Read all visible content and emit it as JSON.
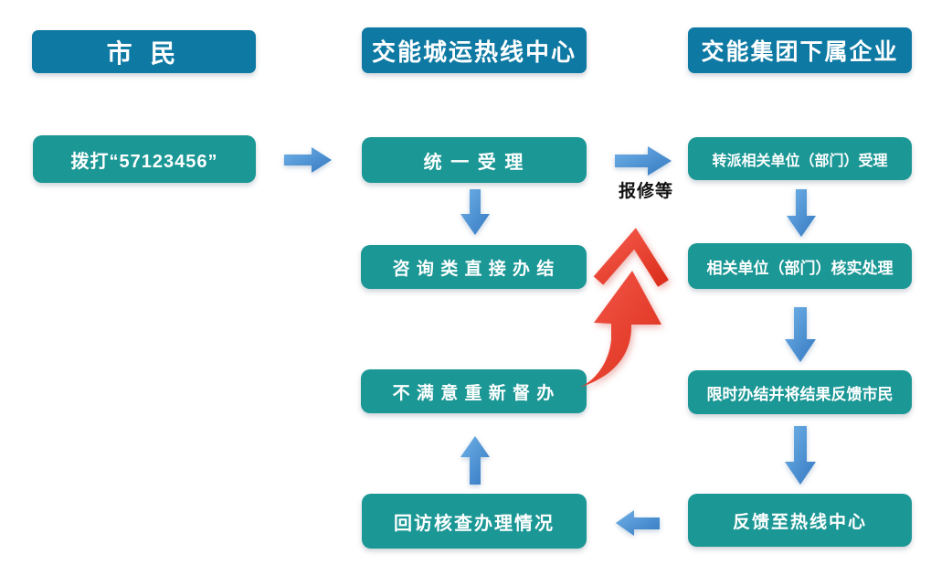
{
  "diagram": {
    "type": "flowchart",
    "columns": [
      {
        "id": "citizen",
        "header": "市 民",
        "boxes": [
          {
            "id": "dial-hotline",
            "label": "拨打“57123456”"
          }
        ]
      },
      {
        "id": "hotline-center",
        "header": "交能城运热线中心",
        "boxes": [
          {
            "id": "unified-acceptance",
            "label": "统 一 受 理"
          },
          {
            "id": "consultation-direct-close",
            "label": "咨 询 类 直 接 办 结"
          },
          {
            "id": "redo-supervision",
            "label": "不 满 意 重 新 督 办"
          },
          {
            "id": "callback-verification",
            "label": "回访核查办理情况"
          }
        ]
      },
      {
        "id": "group-subsidiaries",
        "header": "交能集团下属企业",
        "boxes": [
          {
            "id": "dispatch-acceptance",
            "label": "转派相关单位（部门）受理"
          },
          {
            "id": "verify-handle",
            "label": "相关单位（部门）核实处理"
          },
          {
            "id": "time-limit-result-feedback",
            "label": "限时办结并将结果反馈市民"
          },
          {
            "id": "feedback-to-hotline",
            "label": "反馈至热线中心"
          }
        ]
      }
    ],
    "annotations": {
      "repair_label": "报修等"
    },
    "colors": {
      "header_bg": "#0E79A3",
      "process_bg": "#1B9795",
      "arrow_blue_light": "#6FB1E6",
      "arrow_blue_dark": "#3579C2",
      "arrow_red_light": "#F4594A",
      "arrow_red_dark": "#DC2E1C",
      "box_text": "#FFFFFF",
      "annotation_text": "#111111"
    }
  }
}
